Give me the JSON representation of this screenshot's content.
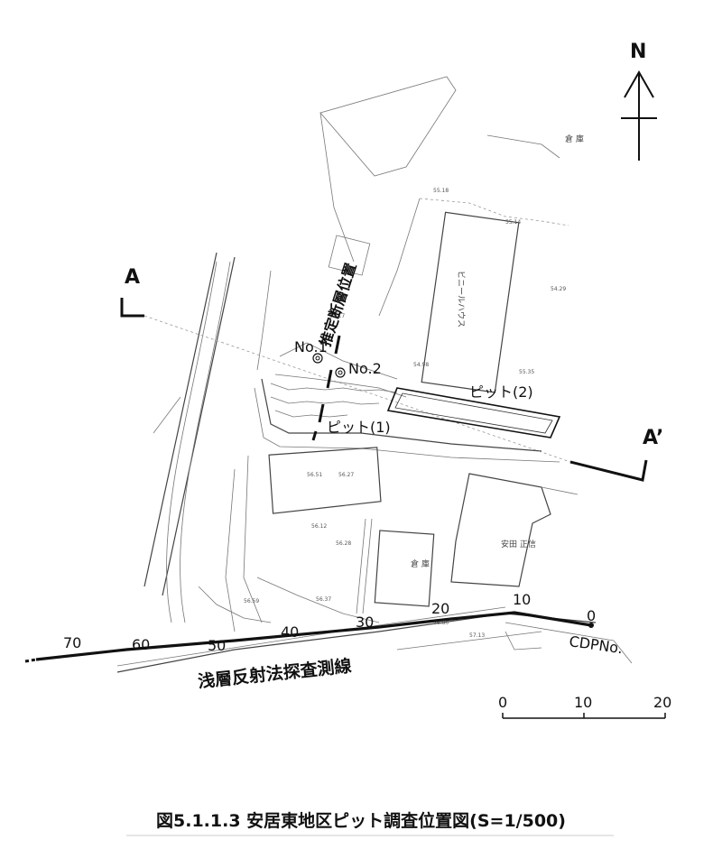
{
  "north_label": "N",
  "section_start": "A",
  "section_end": "A’",
  "fault_label": "推定断層位置",
  "pit_labels": [
    "ピット(1)",
    "ピット(2)"
  ],
  "borehole_labels": [
    "No.1",
    "No.2"
  ],
  "survey_line_label": "浅層反射法探査測線",
  "cdp_label": "CDPNo.",
  "cdp_ticks": [
    "0",
    "10",
    "20",
    "30",
    "40",
    "50",
    "60",
    "70"
  ],
  "scale_ticks": [
    "0",
    "10",
    "20"
  ],
  "map_text": {
    "greenhouse": "ビニールハウス",
    "warehouse_top": "倉 庫",
    "warehouse_bottom": "倉 庫",
    "owner": "安田 正信"
  },
  "caption": "図5.1.1.3 安居東地区ピット調査位置図(S=1/500)"
}
